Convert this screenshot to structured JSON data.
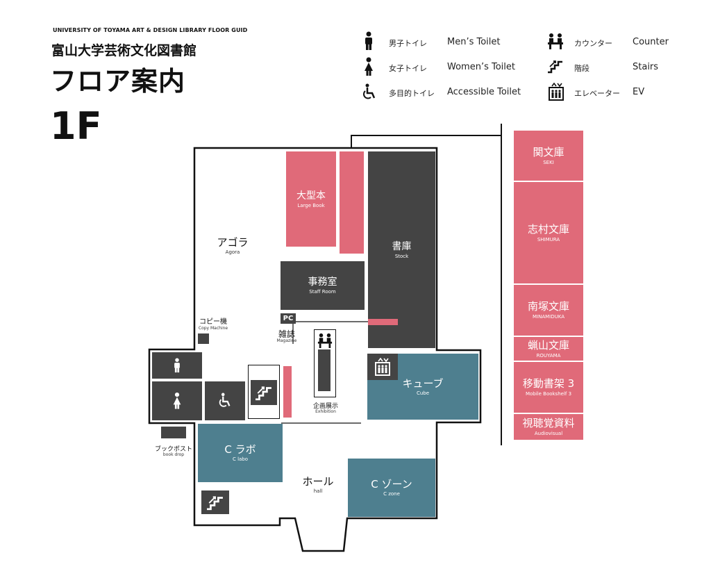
{
  "header": {
    "subtitle_en": "UNIVERSITY OF TOYAMA ART & DESIGN LIBRARY FLOOR GUID",
    "library_name": "富山大学芸術文化図書館",
    "title": "フロア案内",
    "floor": "1F"
  },
  "legend": {
    "items": [
      {
        "icon": "male-icon",
        "ja": "男子トイレ",
        "en": "Men’s Toilet"
      },
      {
        "icon": "female-icon",
        "ja": "女子トイレ",
        "en": "Women’s Toilet"
      },
      {
        "icon": "wheelchair-icon",
        "ja": "多目的トイレ",
        "en": "Accessible Toilet"
      },
      {
        "icon": "counter-icon",
        "ja": "カウンター",
        "en": "Counter"
      },
      {
        "icon": "stairs-icon",
        "ja": "階段",
        "en": "Stairs"
      },
      {
        "icon": "elevator-icon",
        "ja": "エレベーター",
        "en": "EV"
      }
    ]
  },
  "rooms": {
    "large_book": {
      "ja": "大型本",
      "en": "Large Book"
    },
    "stock": {
      "ja": "書庫",
      "en": "Stock"
    },
    "staff_room": {
      "ja": "事務室",
      "en": "Staff Room"
    },
    "agora": {
      "ja": "アゴラ",
      "en": "Agora"
    },
    "copy_machine": {
      "ja": "コピー機",
      "en": "Copy Machine"
    },
    "pc": "PC",
    "magazine": {
      "ja": "雑誌",
      "en": "Magazine"
    },
    "exhibition": {
      "ja": "企画展示",
      "en": "Exhibition"
    },
    "cube": {
      "ja": "キューブ",
      "en": "Cube"
    },
    "clabo": {
      "ja": "C ラボ",
      "en": "C labo"
    },
    "book_post": {
      "ja": "ブックポスト",
      "en": "book drop"
    },
    "hall": {
      "ja": "ホール",
      "en": "hall"
    },
    "czone": {
      "ja": "C ゾーン",
      "en": "C zone"
    }
  },
  "shelves": [
    {
      "ja": "関文庫",
      "en": "SEKI"
    },
    {
      "ja": "志村文庫",
      "en": "SHIMURA"
    },
    {
      "ja": "南塚文庫",
      "en": "MINAMIDUKA"
    },
    {
      "ja": "蝋山文庫",
      "en": "ROUYAMA"
    },
    {
      "ja": "移動書架 3",
      "en": "Mobile Bookshelf 3"
    },
    {
      "ja": "視聴覚資料",
      "en": "Audiovisual"
    }
  ],
  "colors": {
    "pink": "#e06a79",
    "dark": "#444444",
    "teal": "#4e7f8f"
  }
}
